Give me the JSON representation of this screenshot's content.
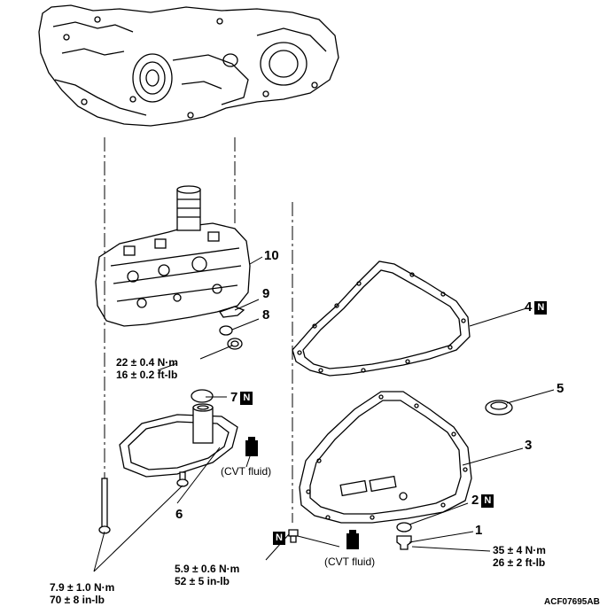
{
  "callouts": {
    "c1": "1",
    "c2": "2",
    "c3": "3",
    "c4": "4",
    "c5": "5",
    "c6": "6",
    "c7": "7",
    "c8": "8",
    "c9": "9",
    "c10": "10"
  },
  "new_part_mark": "N",
  "torques": {
    "valve_body_bolt_nm": "22 ± 0.4 N·m",
    "valve_body_bolt_ftlb": "16 ± 0.2 ft-lb",
    "strainer_bolt_nm": "7.9 ± 1.0 N·m",
    "strainer_bolt_inlb": "70 ± 8 in-lb",
    "drain_plug_nm": "5.9 ± 0.6 N·m",
    "drain_plug_inlb": "52 ± 5 in-lb",
    "pan_bolt_nm": "35 ± 4 N·m",
    "pan_bolt_ftlb": "26 ± 2 ft-lb"
  },
  "fluid_notes": {
    "strainer_oring": "(CVT fluid)",
    "drain_plug": "(CVT fluid)"
  },
  "figure_code": "ACF07695AB"
}
